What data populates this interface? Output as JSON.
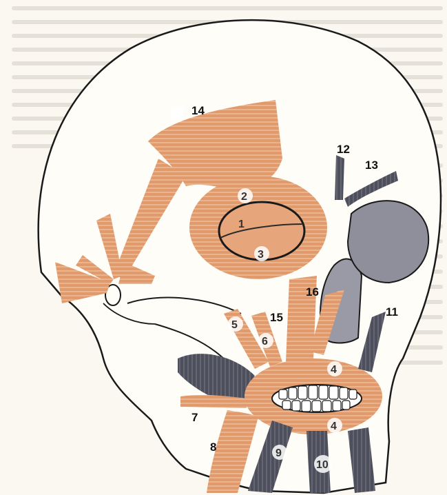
{
  "figure": {
    "labels": {
      "l1": "1",
      "l2": "2",
      "l3": "3",
      "l4a": "4",
      "l4b": "4",
      "l5": "5",
      "l6": "6",
      "l7": "7",
      "l8": "8",
      "l9": "9",
      "l10": "10",
      "l11": "11",
      "l12": "12",
      "l13": "13",
      "l14": "14",
      "l15": "15",
      "l16": "16"
    },
    "colors": {
      "muscle": "#e19a6c",
      "muscle_line": "#f5d4bb",
      "dark_muscle": "#4e4f5c",
      "bone": "#9a9aa6",
      "outline": "#1a1a1a",
      "background": "#fbf8f1"
    }
  }
}
